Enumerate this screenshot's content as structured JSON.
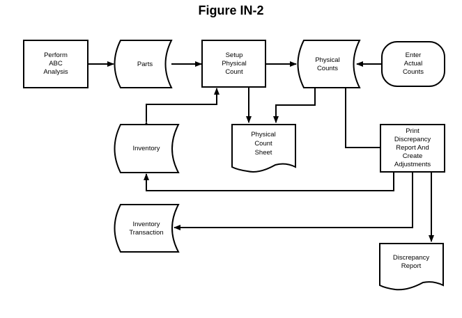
{
  "title": "Figure IN-2",
  "nodes": [
    {
      "id": "perform-abc",
      "type": "process",
      "lines": [
        "Perform",
        "ABC",
        "Analysis"
      ]
    },
    {
      "id": "parts",
      "type": "stored-data",
      "lines": [
        "Parts"
      ]
    },
    {
      "id": "setup-physical-count",
      "type": "process",
      "lines": [
        "Setup",
        "Physical",
        "Count"
      ]
    },
    {
      "id": "physical-counts",
      "type": "stored-data",
      "lines": [
        "Physical",
        "Counts"
      ]
    },
    {
      "id": "enter-actual-counts",
      "type": "terminator",
      "lines": [
        "Enter",
        "Actual",
        "Counts"
      ]
    },
    {
      "id": "inventory",
      "type": "stored-data",
      "lines": [
        "Inventory"
      ]
    },
    {
      "id": "physical-count-sheet",
      "type": "document",
      "lines": [
        "Physical",
        "Count",
        "Sheet"
      ]
    },
    {
      "id": "print-discrepancy",
      "type": "process",
      "lines": [
        "Print",
        "Discrepancy",
        "Report And",
        "Create",
        "Adjustments"
      ]
    },
    {
      "id": "inventory-transaction",
      "type": "stored-data",
      "lines": [
        "Inventory",
        "Transaction"
      ]
    },
    {
      "id": "discrepancy-report",
      "type": "document",
      "lines": [
        "Discrepancy",
        "Report"
      ]
    }
  ],
  "edges": [
    {
      "from": "perform-abc",
      "to": "parts"
    },
    {
      "from": "parts",
      "to": "setup-physical-count"
    },
    {
      "from": "setup-physical-count",
      "to": "physical-counts"
    },
    {
      "from": "enter-actual-counts",
      "to": "physical-counts"
    },
    {
      "from": "setup-physical-count",
      "to": "inventory",
      "bidirectional": true
    },
    {
      "from": "setup-physical-count",
      "to": "physical-count-sheet"
    },
    {
      "from": "physical-counts",
      "to": "physical-count-sheet"
    },
    {
      "from": "physical-counts",
      "to": "print-discrepancy"
    },
    {
      "from": "print-discrepancy",
      "to": "inventory"
    },
    {
      "from": "print-discrepancy",
      "to": "inventory-transaction"
    },
    {
      "from": "print-discrepancy",
      "to": "discrepancy-report"
    }
  ]
}
